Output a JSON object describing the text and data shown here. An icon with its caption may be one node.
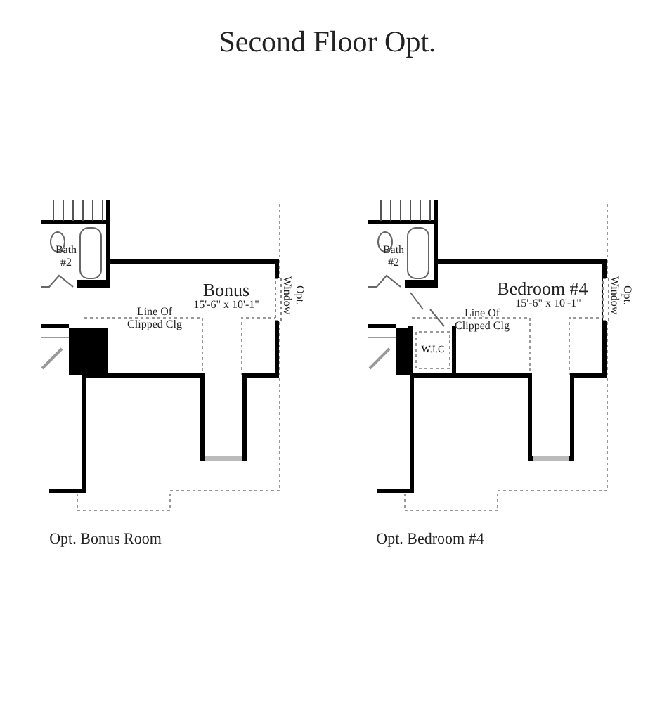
{
  "diagram": {
    "title": "Second Floor Opt.",
    "labels": [
      "Bath #2",
      "Bonus",
      "15'-6\" x 10'-1\"",
      "Line Of Clipped Clg",
      "Opt. Window",
      "Opt. Bonus Room",
      "Bath #2",
      "Bedroom #4",
      "15'-6\" x 10'-1\"",
      "Line Of Clipped Clg",
      "W.I.C",
      "Opt. Window",
      "Opt. Bedroom #4"
    ]
  }
}
